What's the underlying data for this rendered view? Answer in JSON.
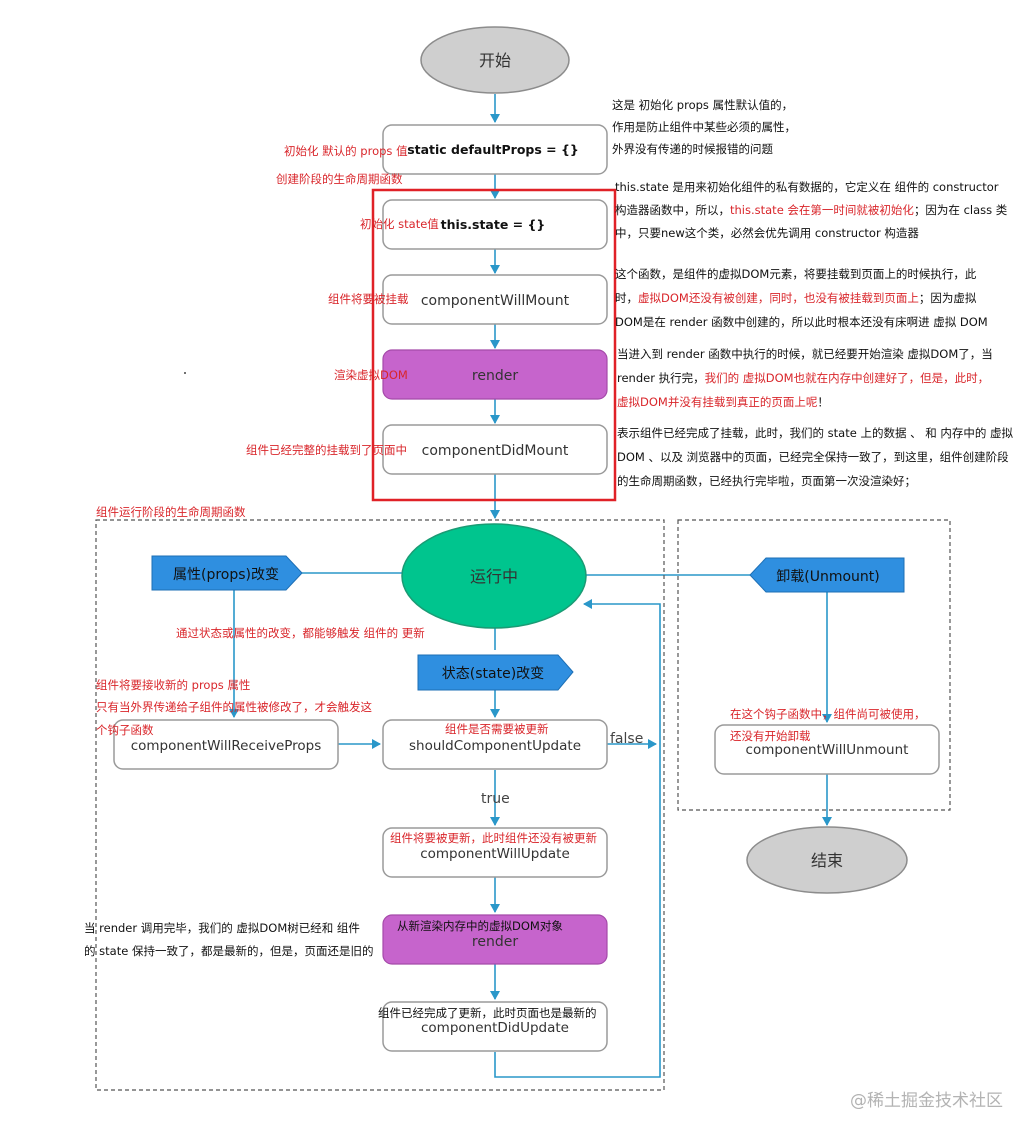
{
  "nodes": {
    "start": "开始",
    "default_props": "static defaultProps = {}",
    "this_state": "this.state = {}",
    "will_mount": "componentWillMount",
    "render": "render",
    "did_mount": "componentDidMount",
    "running": "运行中",
    "props_change": "属性(props)改变",
    "state_change": "状态(state)改变",
    "unmount_flag": "卸载(Unmount)",
    "will_receive_props": "componentWillReceiveProps",
    "should_update": "shouldComponentUpdate",
    "will_update": "componentWillUpdate",
    "render2": "render",
    "did_update": "componentDidUpdate",
    "will_unmount": "componentWillUnmount",
    "end": "结束"
  },
  "edge_labels": {
    "false": "false",
    "true": "true"
  },
  "labels": {
    "init_props": "初始化 默认的 props 值",
    "create_phase": "创建阶段的生命周期函数",
    "init_state": "初始化 state值",
    "will_mount": "组件将要被挂载",
    "render_virtual": "渲染虚拟DOM",
    "did_mount": "组件已经完整的挂载到了页面中",
    "run_phase": "组件运行阶段的生命周期函数",
    "trigger_update": "通过状态或属性的改变，都能够触发 组件的 更新",
    "receive_props_1": "组件将要接收新的 props 属性",
    "receive_props_2": "只有当外界传递给子组件的属性被修改了，才会触发这",
    "receive_props_3": "个钩子函数",
    "should_update": "组件是否需要被更新",
    "will_update": "组件将要被更新，此时组件还没有被更新",
    "rerender": "从新渲染内存中的虚拟DOM对象",
    "did_update": "组件已经完成了更新，此时页面也是最新的",
    "unmount_1": "在这个钩子函数中，组件尚可被使用，",
    "unmount_2": "还没有开始卸载"
  },
  "notes": {
    "default_props": [
      [
        {
          "t": "这是 初始化 props 属性默认值的，",
          "c": "b"
        }
      ],
      [
        {
          "t": "作用是防止组件中某些必须的属性，",
          "c": "b"
        }
      ],
      [
        {
          "t": "外界没有传递的时候报错的问题",
          "c": "b"
        }
      ]
    ],
    "this_state": [
      [
        {
          "t": "this.state 是用来初始化组件的私有数据的，它定义在 组件的 constructor",
          "c": "b"
        }
      ],
      [
        {
          "t": "构造器函数中，所以，",
          "c": "b"
        },
        {
          "t": "this.state 会在第一时间就被初始化",
          "c": "r"
        },
        {
          "t": "；因为在 class 类",
          "c": "b"
        }
      ],
      [
        {
          "t": "中，只要new这个类，必然会优先调用 constructor 构造器",
          "c": "b"
        }
      ]
    ],
    "will_mount": [
      [
        {
          "t": "这个函数，是组件的虚拟DOM元素，将要挂载到页面上的时候执行，此",
          "c": "b"
        }
      ],
      [
        {
          "t": "时，",
          "c": "b"
        },
        {
          "t": "虚拟DOM还没有被创建，同时，也没有被挂载到页面上",
          "c": "r"
        },
        {
          "t": "；因为虚拟",
          "c": "b"
        }
      ],
      [
        {
          "t": "DOM是在 render 函数中创建的，所以此时根本还没有床啊进 虚拟 DOM",
          "c": "b"
        }
      ]
    ],
    "render": [
      [
        {
          "t": "当进入到 render 函数中执行的时候，就已经要开始渲染 虚拟DOM了，当",
          "c": "b"
        }
      ],
      [
        {
          "t": "render 执行完，",
          "c": "b"
        },
        {
          "t": "我们的 虚拟DOM也就在内存中创建好了，但是，此时，",
          "c": "r"
        }
      ],
      [
        {
          "t": "虚拟DOM并没有挂载到真正的页面上呢",
          "c": "r"
        },
        {
          "t": "！",
          "c": "b"
        }
      ]
    ],
    "did_mount": [
      [
        {
          "t": "表示组件已经完成了挂载，此时，我们的 state 上的数据 、 和 内存中的 虚拟",
          "c": "b"
        }
      ],
      [
        {
          "t": "DOM 、以及 浏览器中的页面，已经完全保持一致了，到这里，组件创建阶段",
          "c": "b"
        }
      ],
      [
        {
          "t": "的生命周期函数，已经执行完毕啦，页面第一次没渲染好；",
          "c": "b"
        }
      ]
    ],
    "render_done": [
      [
        {
          "t": "当 render 调用完毕，我们的 虚拟DOM树已经和 组件",
          "c": "b"
        }
      ],
      [
        {
          "t": "的 state 保持一致了，都是最新的，但是，页面还是旧的",
          "c": "b"
        }
      ]
    ]
  },
  "watermark": "@稀土掘金技术社区",
  "colors": {
    "connector": "#2a97c9",
    "highlight_box": "#e02127",
    "render_node": "#c664cc",
    "running_node": "#00c58e",
    "flag": "#2f8fe0",
    "terminal": "#cfcfcf",
    "annotation_red": "#d9262b"
  }
}
